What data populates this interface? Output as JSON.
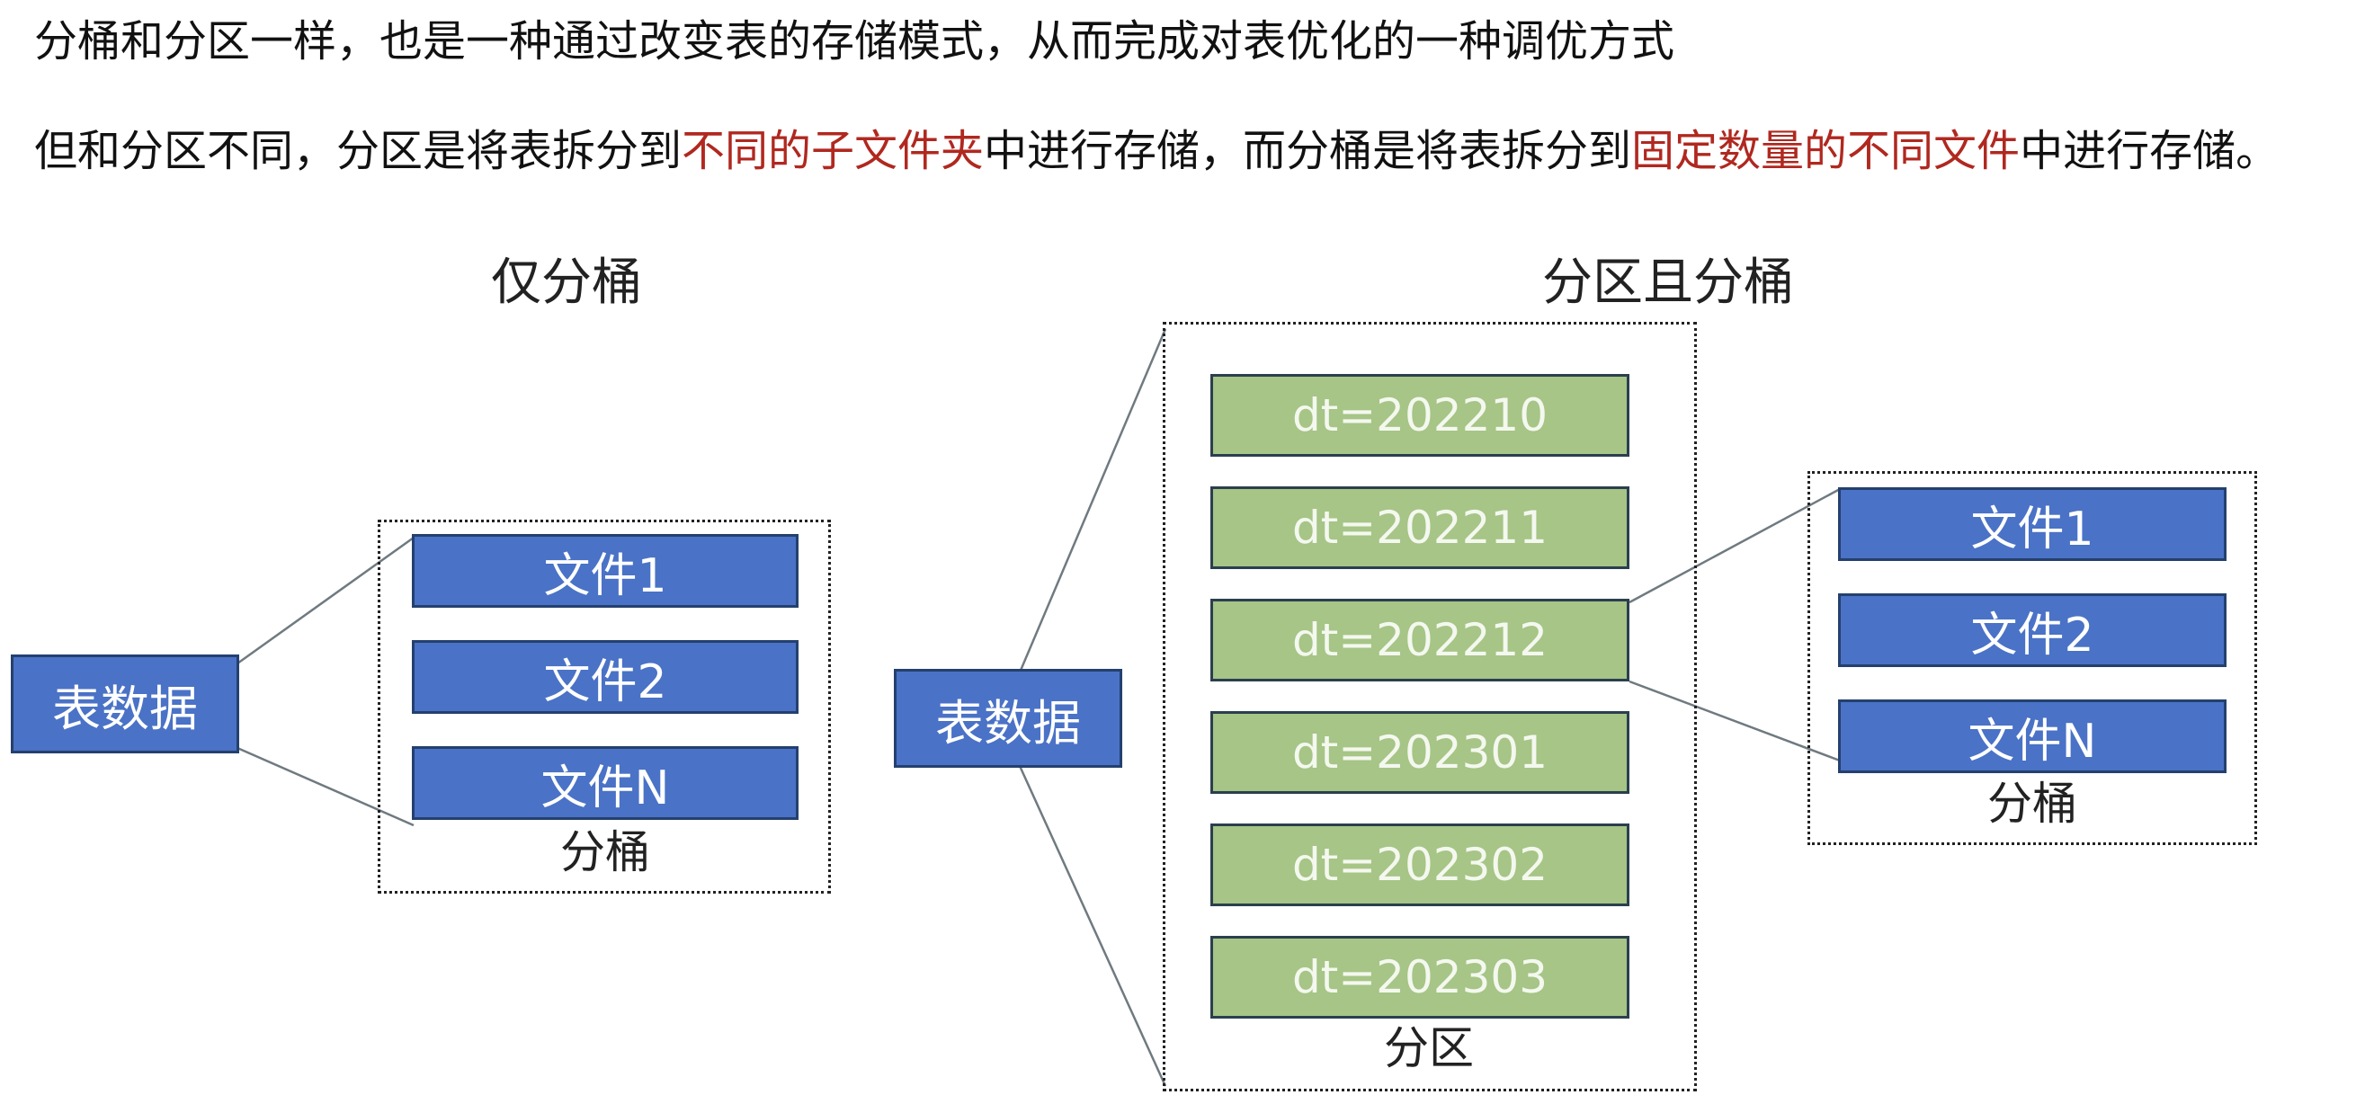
{
  "intro": {
    "line1": "分桶和分区一样，也是一种通过改变表的存储模式，从而完成对表优化的一种调优方式",
    "line2": {
      "part1": "但和分区不同，分区是将表拆分到",
      "highlight1": "不同的子文件夹",
      "part2": "中进行存储，而分桶是将表拆分到",
      "highlight2": "固定数量的不同文件",
      "part3": "中进行存储。"
    }
  },
  "colors": {
    "highlight": "#b0281f",
    "blue_box": "#4a72c6",
    "green_box": "#a6c586"
  },
  "left_panel": {
    "title": "仅分桶",
    "table_label": "表数据",
    "files": [
      "文件1",
      "文件2",
      "文件N"
    ],
    "caption": "分桶"
  },
  "right_panel": {
    "title": "分区且分桶",
    "table_label": "表数据",
    "partitions": [
      "dt=202210",
      "dt=202211",
      "dt=202212",
      "dt=202301",
      "dt=202302",
      "dt=202303"
    ],
    "partition_caption": "分区",
    "files": [
      "文件1",
      "文件2",
      "文件N"
    ],
    "bucket_caption": "分桶"
  }
}
